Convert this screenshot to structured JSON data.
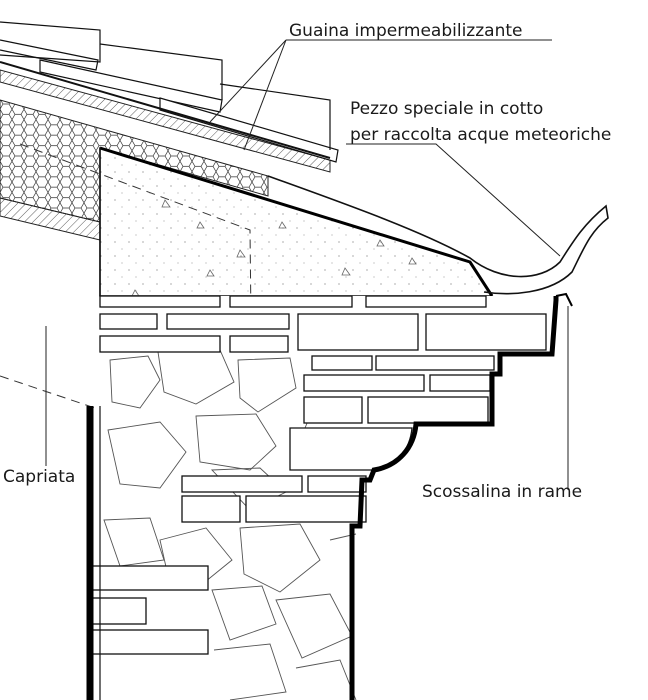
{
  "labels": {
    "guaina": "Guaina impermeabilizzante",
    "pezzo_line1": "Pezzo speciale in cotto",
    "pezzo_line2": "per raccolta acque meteoriche",
    "capriata": "Capriata",
    "scossalina": "Scossalina in rame"
  }
}
